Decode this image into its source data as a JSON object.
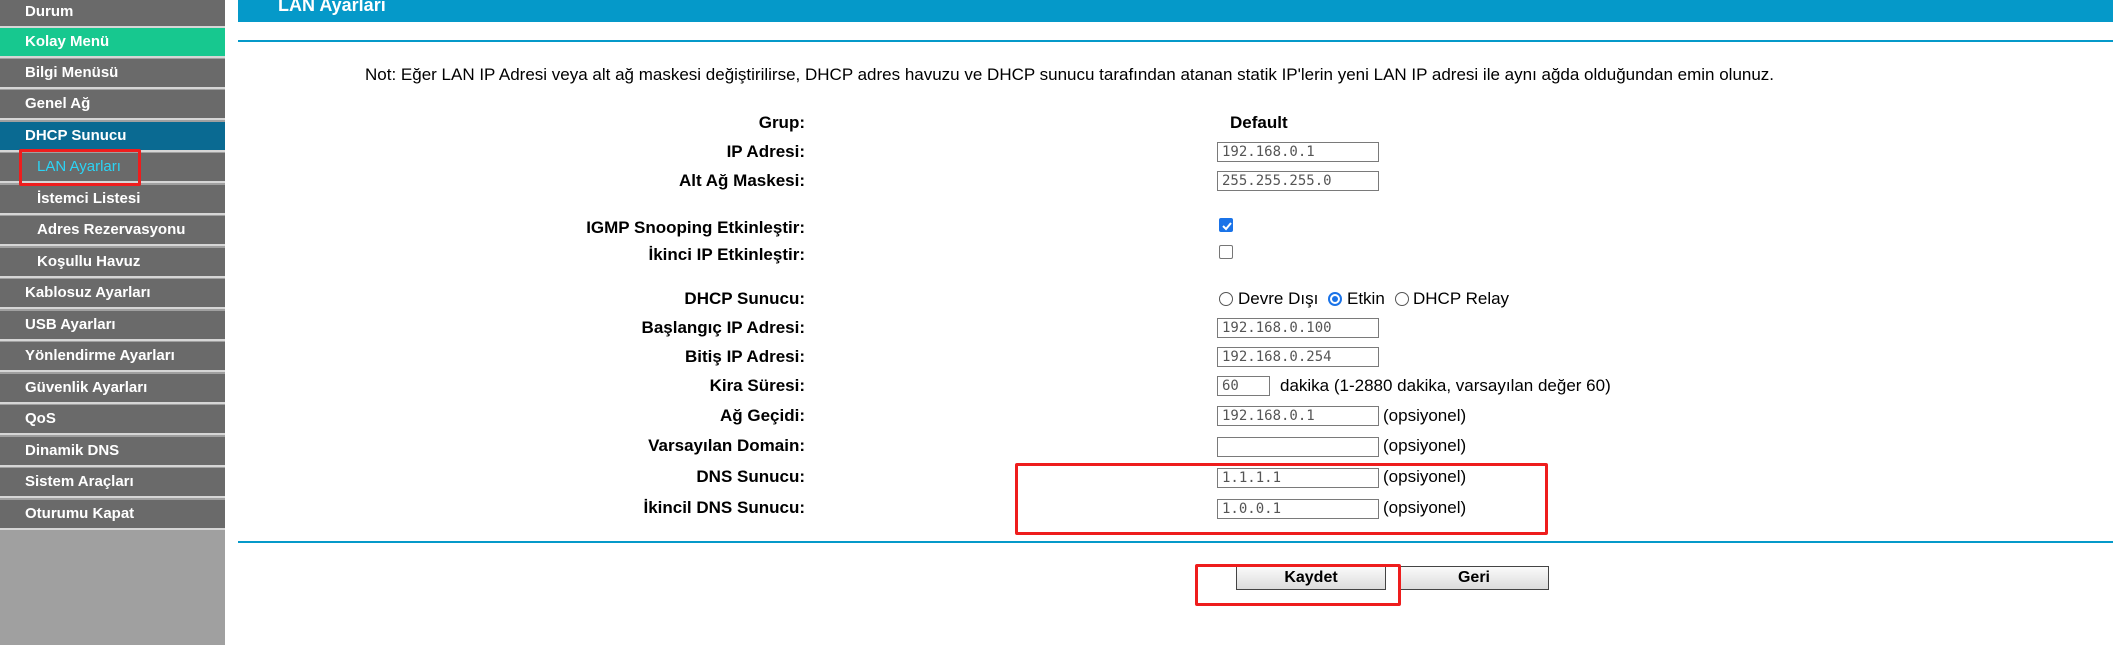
{
  "sidebar": {
    "items": [
      {
        "label": "Durum"
      },
      {
        "label": "Kolay Menü"
      },
      {
        "label": "Bilgi Menüsü"
      },
      {
        "label": "Genel Ağ"
      },
      {
        "label": "DHCP Sunucu"
      },
      {
        "label": "LAN Ayarları"
      },
      {
        "label": "İstemci Listesi"
      },
      {
        "label": "Adres Rezervasyonu"
      },
      {
        "label": "Koşullu Havuz"
      },
      {
        "label": "Kablosuz Ayarları"
      },
      {
        "label": "USB Ayarları"
      },
      {
        "label": "Yönlendirme Ayarları"
      },
      {
        "label": "Güvenlik Ayarları"
      },
      {
        "label": "QoS"
      },
      {
        "label": "Dinamik DNS"
      },
      {
        "label": "Sistem Araçları"
      },
      {
        "label": "Oturumu Kapat"
      }
    ]
  },
  "page": {
    "title": "LAN Ayarları",
    "note": "Not: Eğer LAN IP Adresi veya alt ağ maskesi değiştirilirse, DHCP adres havuzu ve DHCP sunucu tarafından atanan statik IP'lerin yeni LAN IP adresi ile aynı ağda olduğundan emin olunuz."
  },
  "form": {
    "group": {
      "label": "Grup:",
      "value": "Default"
    },
    "ip": {
      "label": "IP Adresi:",
      "value": "192.168.0.1"
    },
    "mask": {
      "label": "Alt Ağ Maskesi:",
      "value": "255.255.255.0"
    },
    "igmp": {
      "label": "IGMP Snooping Etkinleştir:",
      "checked": true
    },
    "second_ip": {
      "label": "İkinci IP Etkinleştir:",
      "checked": false
    },
    "dhcp": {
      "label": "DHCP Sunucu:",
      "options": [
        "Devre Dışı",
        "Etkin",
        "DHCP Relay"
      ],
      "selected": "Etkin"
    },
    "start_ip": {
      "label": "Başlangıç IP Adresi:",
      "value": "192.168.0.100"
    },
    "end_ip": {
      "label": "Bitiş IP Adresi:",
      "value": "192.168.0.254"
    },
    "lease": {
      "label": "Kira Süresi:",
      "value": "60",
      "hint": "dakika (1-2880 dakika, varsayılan değer 60)"
    },
    "gateway": {
      "label": "Ağ Geçidi:",
      "value": "192.168.0.1",
      "hint": "(opsiyonel)"
    },
    "domain": {
      "label": "Varsayılan Domain:",
      "value": "",
      "hint": "(opsiyonel)"
    },
    "dns": {
      "label": "DNS Sunucu:",
      "value": "1.1.1.1",
      "hint": "(opsiyonel)"
    },
    "dns2": {
      "label": "İkincil DNS Sunucu:",
      "value": "1.0.0.1",
      "hint": "(opsiyonel)"
    }
  },
  "buttons": {
    "save": "Kaydet",
    "back": "Geri"
  },
  "colors": {
    "accent": "#0599c9",
    "highlight": "#ee1d1d",
    "menu_green": "#17c88f",
    "menu_active": "#0a6a92"
  }
}
